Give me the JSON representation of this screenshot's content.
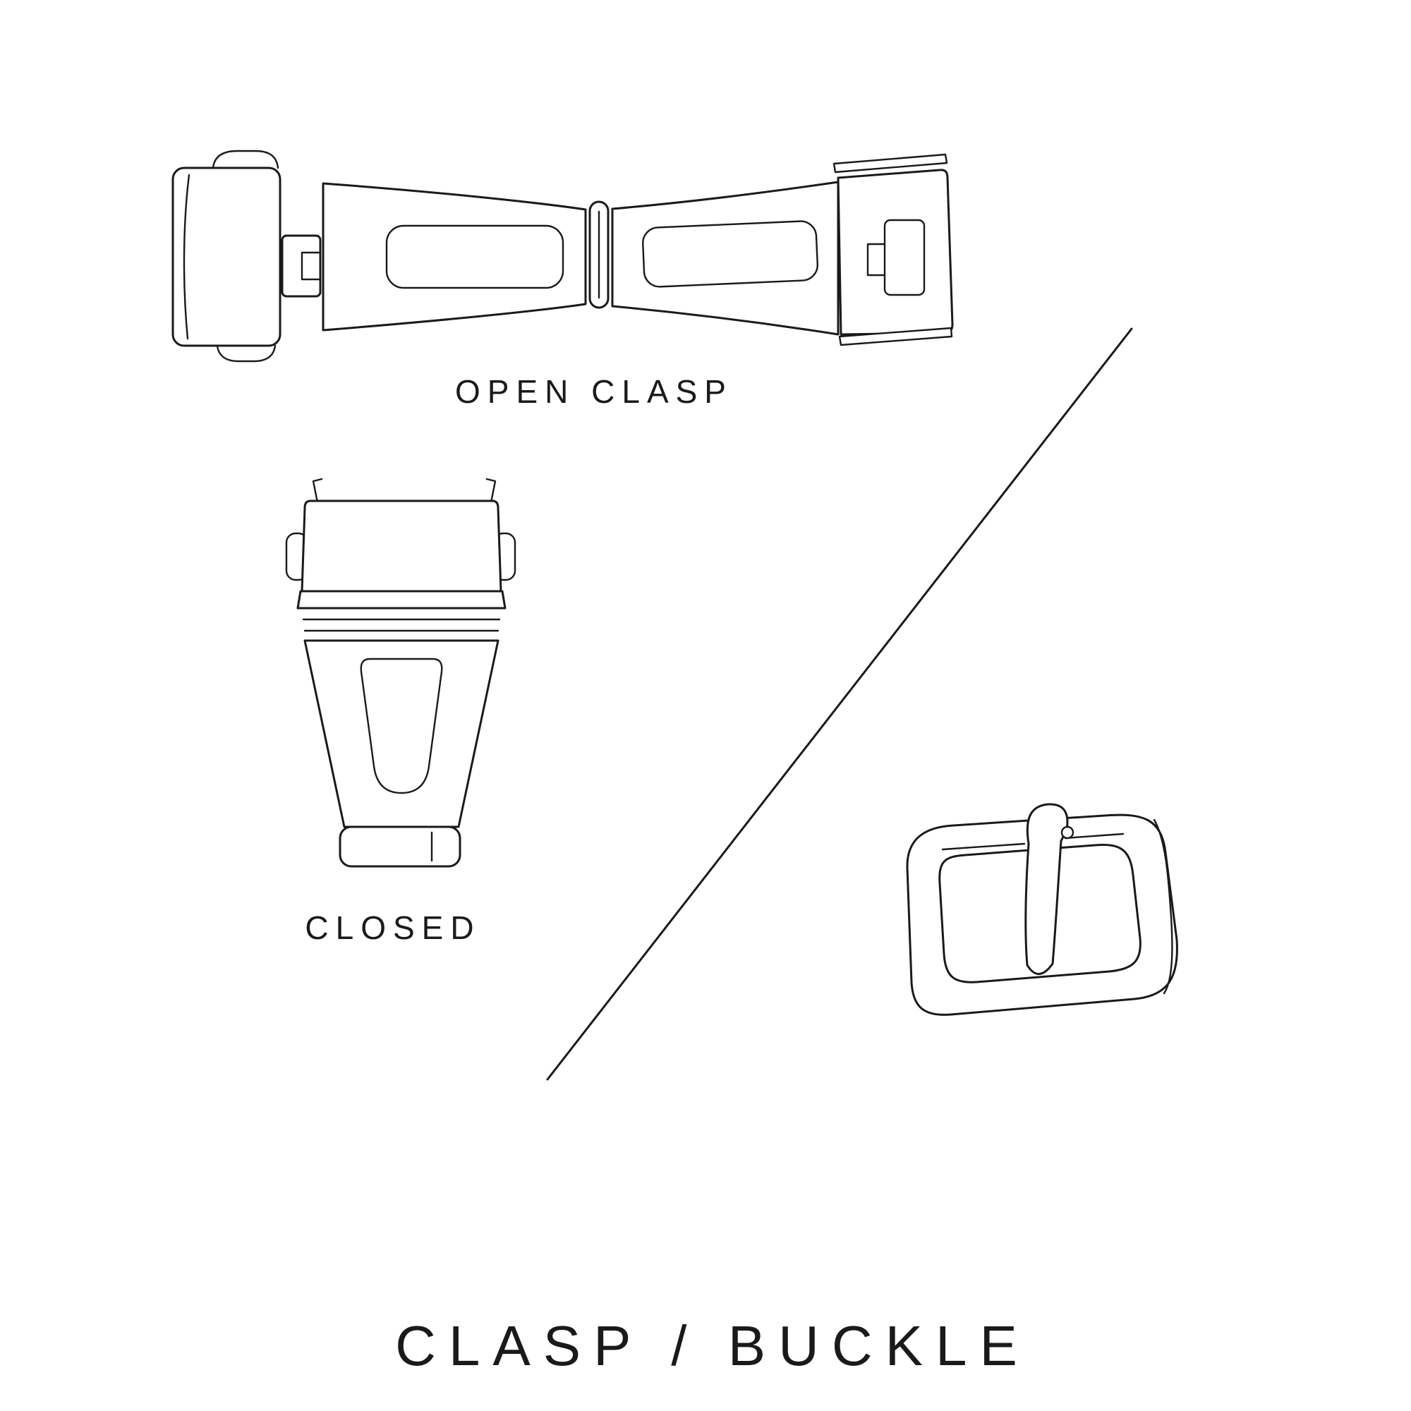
{
  "page": {
    "background": "#ffffff",
    "ink": "#1a1a1a"
  },
  "labels": {
    "open_clasp": "OPEN CLASP",
    "closed": "CLOSED",
    "title": "CLASP / BUCKLE"
  },
  "illustrations": [
    {
      "name": "open-clasp-illustration",
      "caption": "OPEN CLASP"
    },
    {
      "name": "closed-clasp-illustration",
      "caption": "CLOSED"
    },
    {
      "name": "tang-buckle-illustration",
      "caption": ""
    }
  ]
}
